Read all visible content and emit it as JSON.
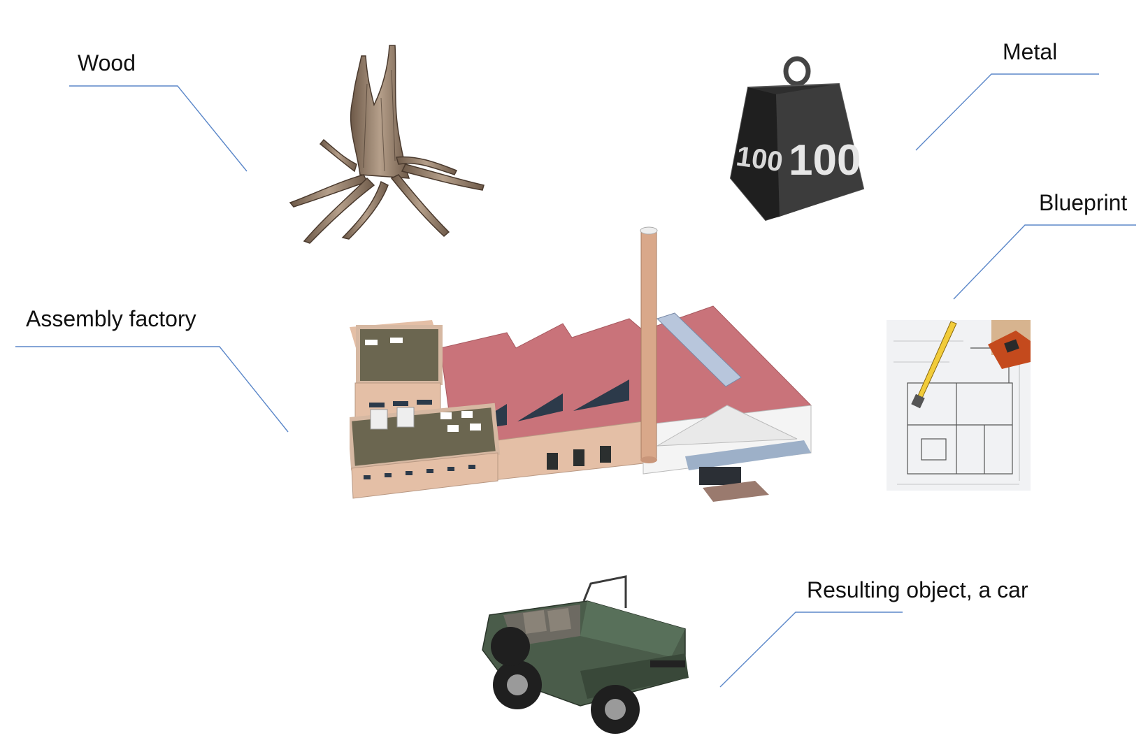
{
  "labels": {
    "wood": "Wood",
    "metal": "Metal",
    "blueprint": "Blueprint",
    "factory": "Assembly factory",
    "car": "Resulting object, a car"
  },
  "weight": {
    "face_text": "100",
    "side_text": "100"
  },
  "colors": {
    "leader_line": "#5b87c9",
    "roof": "#c9737a",
    "wall": "#e4bfa6",
    "wood": "#8a7461",
    "metal": "#3a3a3a",
    "car_body": "#4a5c4a"
  }
}
